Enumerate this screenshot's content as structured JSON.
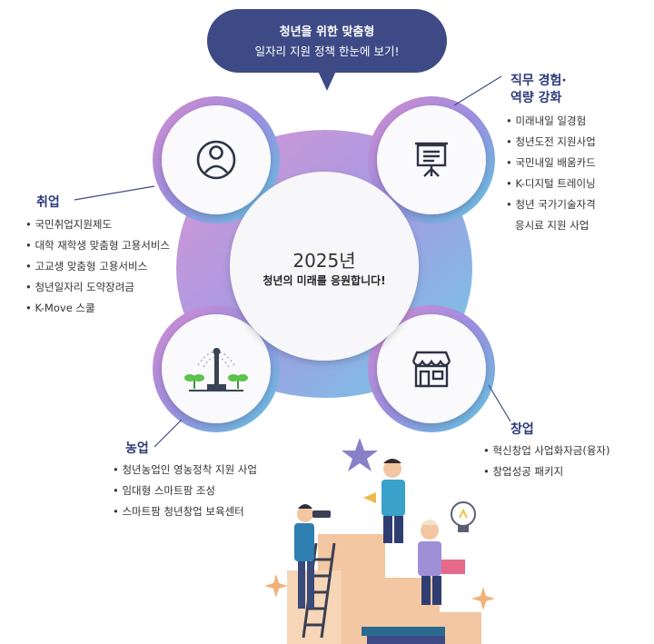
{
  "callout": {
    "line1": "청년을 위한 맞춤형",
    "line2": "일자리 지원 정책 한눈에 보기!"
  },
  "center": {
    "year": "2025년",
    "subtitle": "청년의 미래를 응원합니다!"
  },
  "sections": {
    "work_experience": {
      "title_line1": "직무 경험·",
      "title_line2": "역량 강화",
      "items": [
        "미래내일 일경험",
        "청년도전 지원사업",
        "국민내일 배움카드",
        "K-디지털 트레이닝",
        "청년 국가기술자격"
      ],
      "item_continuation": "응시료 지원 사업",
      "icon": "presentation-board-icon"
    },
    "employment": {
      "title": "취업",
      "items": [
        "국민취업지원제도",
        "대학 재학생 맞춤형 고용서비스",
        "고교생 맞춤형 고용서비스",
        "청년일자리 도약장려금",
        "K-Move 스쿨"
      ],
      "icon": "person-icon"
    },
    "agriculture": {
      "title": "농업",
      "items": [
        "청년농업인 영농정착 지원 사업",
        "임대형 스마트팜 조성",
        "스마트팜 청년창업 보육센터"
      ],
      "icon": "smart-farm-icon"
    },
    "startup": {
      "title": "창업",
      "items": [
        "혁신창업 사업화자금(융자)",
        "창업성공 패키지"
      ],
      "icon": "storefront-icon"
    }
  },
  "colors": {
    "navy": "#3e4a86",
    "pink": "#d58bd0",
    "purple": "#9a8fe0",
    "cyan": "#5fc8e2"
  }
}
